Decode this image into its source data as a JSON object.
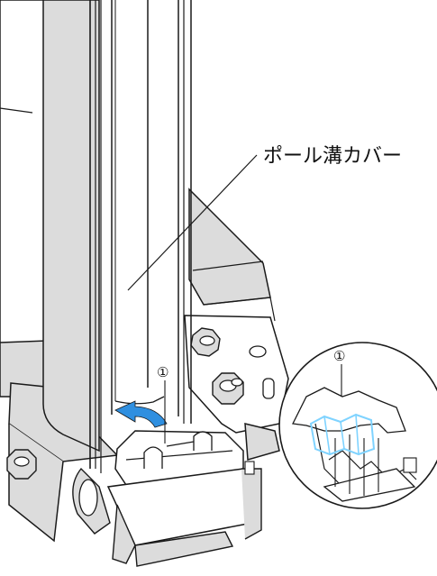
{
  "callout": {
    "label": "ポール溝カバー"
  },
  "markers": {
    "main": "①",
    "inset": "①"
  },
  "colors": {
    "line": "#1a1a1a",
    "gray": "#dcdcdc",
    "arrow": "#2f8fe0",
    "highlight": "#7fd3ff"
  }
}
